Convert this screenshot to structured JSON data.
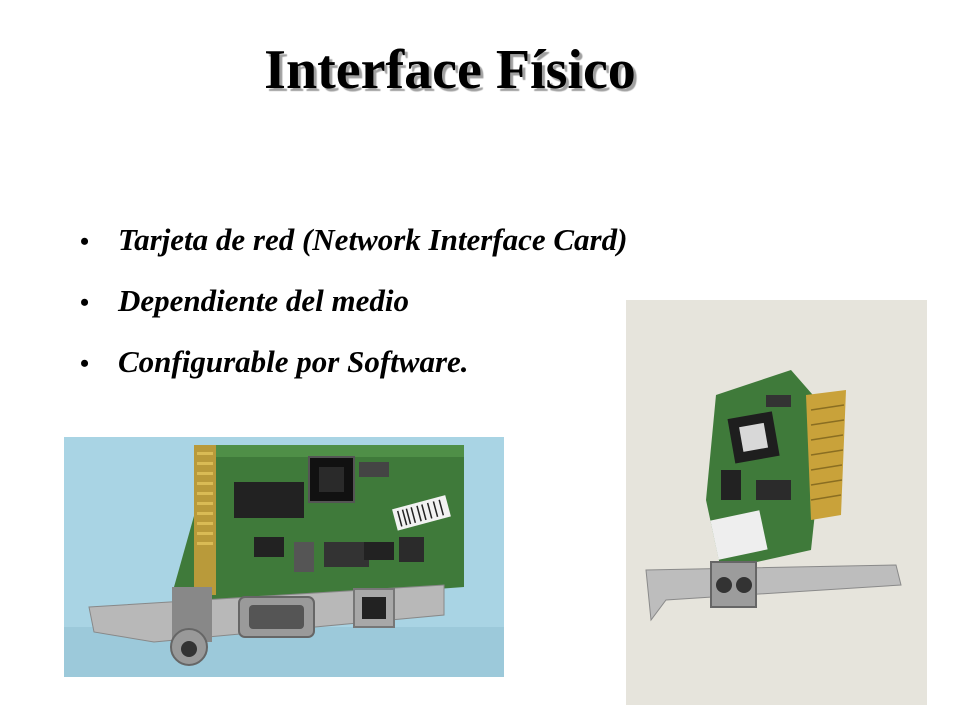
{
  "slide": {
    "title": "Interface Físico",
    "bullets": [
      "Tarjeta de red (Network Interface Card)",
      "Dependiente del medio",
      "Configurable por Software."
    ],
    "bullet_marker": "•"
  },
  "images": {
    "nic_isa_photo": {
      "icon": "network-card-isa-photo"
    },
    "nic_pci_photo": {
      "icon": "network-card-pci-fiber-photo"
    }
  },
  "colors": {
    "pcb_green": "#3f7a3a",
    "bracket_metal": "#b8b8b8",
    "photo1_bg": "#a9d4e4",
    "photo2_bg": "#e6e4dc",
    "gold_contacts": "#c9a23a"
  }
}
